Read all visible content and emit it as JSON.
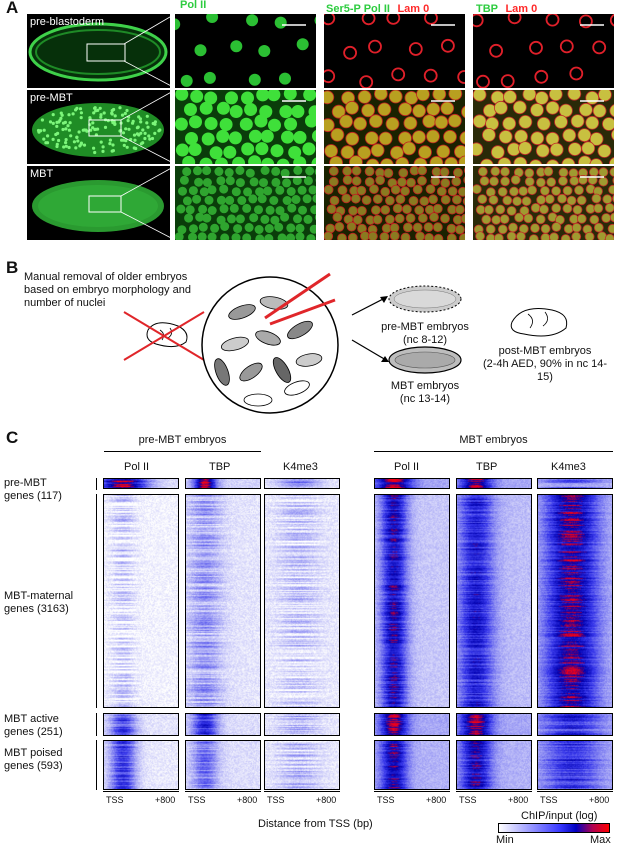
{
  "panelA": {
    "letter": "A",
    "rows": [
      "pre-blastoderm",
      "pre-MBT",
      "MBT"
    ],
    "col_pol2": "Pol II",
    "col_ser5_green": "Ser5-P Pol II",
    "col_ser5_red": "Lam 0",
    "col_tbp_green": "TBP",
    "col_tbp_red": "Lam 0"
  },
  "panelB": {
    "letter": "B",
    "manual_text": [
      "Manual removal of older embryos",
      "based on embryo morphology and",
      "number of nuclei"
    ],
    "pre_mbt_title": "pre-MBT embryos",
    "pre_mbt_sub": "(nc 8-12)",
    "mbt_title": "MBT embryos",
    "mbt_sub": "(nc 13-14)",
    "post_title": "post-MBT embryos",
    "post_sub": "(2-4h AED, 90% in nc 14-15)"
  },
  "panelC": {
    "letter": "C",
    "group_left": "pre-MBT embryos",
    "group_right": "MBT embryos",
    "columns": [
      "Pol II",
      "TBP",
      "K4me3",
      "Pol II",
      "TBP",
      "K4me3"
    ],
    "rows": [
      {
        "name": "pre-MBT",
        "count": "genes (117)"
      },
      {
        "name": "MBT-maternal",
        "count": "genes (3163)"
      },
      {
        "name": "MBT active",
        "count": "genes (251)"
      },
      {
        "name": "MBT poised",
        "count": "genes (593)"
      }
    ],
    "tick_left": "TSS",
    "tick_right": "+800",
    "xlabel": "Distance from TSS (bp)",
    "colorbar_title": "ChIP/input (log)",
    "colorbar_min": "Min",
    "colorbar_max": "Max"
  }
}
